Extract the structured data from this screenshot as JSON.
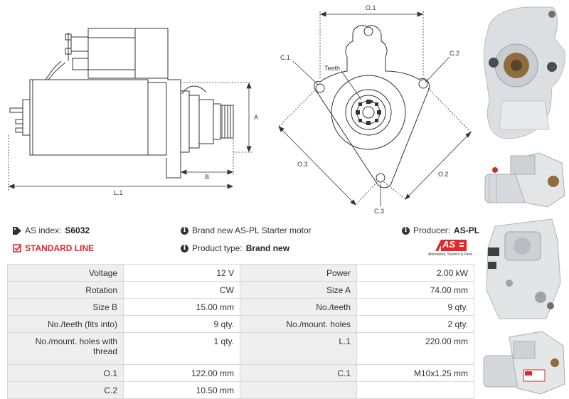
{
  "drawing": {
    "side_labels": {
      "a": "A",
      "b": "B",
      "l1": "L.1"
    },
    "front_labels": {
      "o1": "O.1",
      "o2": "O.2",
      "o3": "O.3",
      "c1": "C.1",
      "c2": "C.2",
      "c3": "C.3",
      "teeth": "Teeth"
    }
  },
  "info": {
    "as_index_label": "AS index:",
    "as_index_value": "S6032",
    "standard_line": "STANDARD LINE",
    "description": "Brand new AS-PL Starter motor",
    "product_type_label": "Product type:",
    "product_type_value": "Brand new",
    "producer_label": "Producer:",
    "producer_value": "AS-PL",
    "logo_text": "AS",
    "logo_tagline": "Alternators, Starters & Parts"
  },
  "specs": [
    [
      "Voltage",
      "12 V",
      "Power",
      "2.00 kW"
    ],
    [
      "Rotation",
      "CW",
      "Size A",
      "74.00 mm"
    ],
    [
      "Size B",
      "15.00 mm",
      "No./teeth",
      "9 qty."
    ],
    [
      "No./teeth (fits into)",
      "9 qty.",
      "No./mount. holes",
      "2 qty."
    ],
    [
      "No./mount. holes with thread",
      "1 qty.",
      "L.1",
      "220.00 mm"
    ],
    [
      "O.1",
      "122.00 mm",
      "C.1",
      "M10x1.25 mm"
    ],
    [
      "C.2",
      "10.50 mm",
      "",
      ""
    ]
  ],
  "colors": {
    "accent_red": "#e3262c",
    "label_bg": "#efefef",
    "border": "#d7d7d7"
  },
  "icons": [
    "tag-icon",
    "checkbox-icon",
    "info-icon"
  ]
}
